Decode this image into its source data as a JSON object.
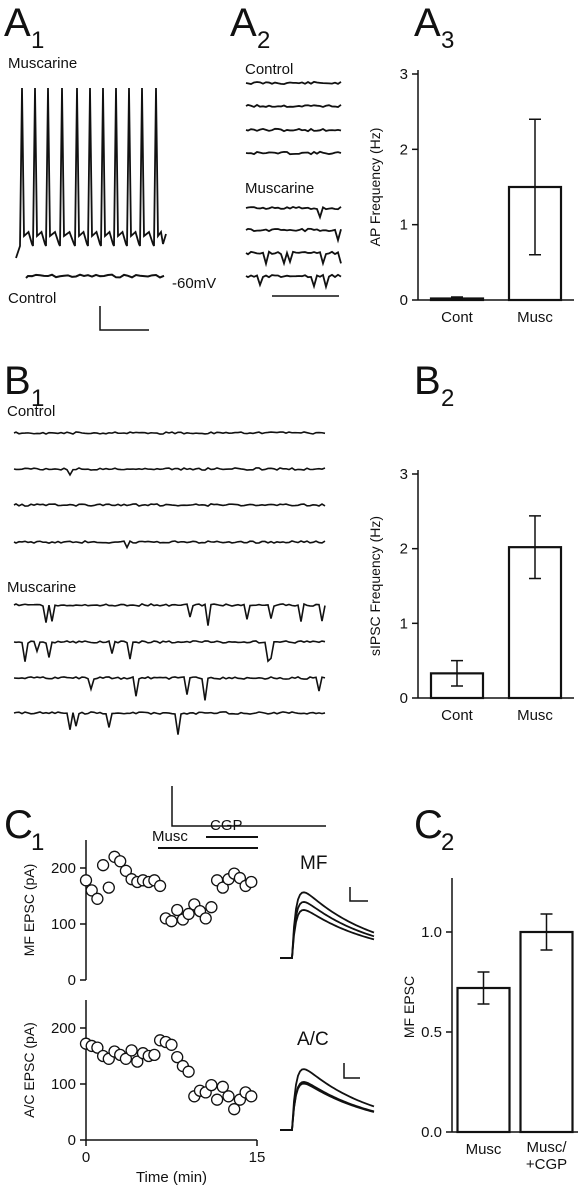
{
  "panels": {
    "A1": {
      "letter": "A",
      "sub": "1",
      "label_top": "Muscarine",
      "label_bottom": "Control",
      "voltage_label": "-60mV"
    },
    "A2": {
      "letter": "A",
      "sub": "2",
      "label_top": "Control",
      "label_bottom": "Muscarine"
    },
    "A3": {
      "letter": "A",
      "sub": "3"
    },
    "B1": {
      "letter": "B",
      "sub": "1",
      "label_top": "Control",
      "label_bottom": "Muscarine"
    },
    "B2": {
      "letter": "B",
      "sub": "2"
    },
    "C1": {
      "letter": "C",
      "sub": "1",
      "drug1": "Musc",
      "drug2": "CGP",
      "trace_mf": "MF",
      "trace_ac": "A/C"
    },
    "C2": {
      "letter": "C",
      "sub": "2"
    }
  },
  "chart_data": [
    {
      "id": "A3",
      "type": "bar",
      "categories": [
        "Cont",
        "Musc"
      ],
      "values": [
        0.02,
        1.5
      ],
      "errors": [
        0.02,
        0.9
      ],
      "ylabel": "AP Frequency (Hz)",
      "ylim": [
        0,
        3
      ],
      "yticks": [
        "0",
        "1",
        "2",
        "3"
      ]
    },
    {
      "id": "B2",
      "type": "bar",
      "categories": [
        "Cont",
        "Musc"
      ],
      "values": [
        0.33,
        2.02
      ],
      "errors": [
        0.17,
        0.42
      ],
      "ylabel": "sIPSC Frequency (Hz)",
      "ylim": [
        0,
        3
      ],
      "yticks": [
        "0",
        "1",
        "2",
        "3"
      ]
    },
    {
      "id": "C1-top",
      "type": "scatter",
      "ylabel": "MF EPSC (pA)",
      "xlim": [
        0,
        15
      ],
      "ylim": [
        0,
        250
      ],
      "yticks": [
        "0",
        "100",
        "200"
      ],
      "x": [
        0,
        0.5,
        1,
        1.5,
        2,
        2.5,
        3,
        3.5,
        4,
        4.5,
        5,
        5.5,
        6,
        6.5,
        7,
        7.5,
        8,
        8.5,
        9,
        9.5,
        10,
        10.5,
        11,
        11.5,
        12,
        12.5,
        13,
        13.5,
        14,
        14.5
      ],
      "y": [
        178,
        160,
        145,
        205,
        165,
        220,
        212,
        195,
        180,
        175,
        178,
        175,
        178,
        168,
        110,
        105,
        125,
        108,
        118,
        135,
        123,
        110,
        130,
        178,
        165,
        180,
        190,
        182,
        168,
        175
      ]
    },
    {
      "id": "C1-bottom",
      "type": "scatter",
      "ylabel": "A/C EPSC (pA)",
      "xlabel": "Time (min)",
      "xlim": [
        0,
        15
      ],
      "ylim": [
        0,
        250
      ],
      "yticks": [
        "0",
        "100",
        "200"
      ],
      "xticks": [
        "0",
        "15"
      ],
      "x": [
        0,
        0.5,
        1,
        1.5,
        2,
        2.5,
        3,
        3.5,
        4,
        4.5,
        5,
        5.5,
        6,
        6.5,
        7,
        7.5,
        8,
        8.5,
        9,
        9.5,
        10,
        10.5,
        11,
        11.5,
        12,
        12.5,
        13,
        13.5,
        14,
        14.5
      ],
      "y": [
        172,
        168,
        165,
        150,
        145,
        158,
        152,
        145,
        160,
        140,
        155,
        150,
        152,
        178,
        175,
        170,
        148,
        132,
        122,
        78,
        88,
        85,
        98,
        72,
        95,
        78,
        55,
        72,
        85,
        78
      ]
    },
    {
      "id": "C2",
      "type": "bar",
      "categories": [
        "Musc",
        "Musc/\n+CGP"
      ],
      "values": [
        0.72,
        1.0
      ],
      "errors": [
        0.08,
        0.09
      ],
      "ylabel": "MF EPSC",
      "ylim": [
        0,
        1.25
      ],
      "yticks": [
        "0.0",
        "0.5",
        "1.0"
      ]
    }
  ]
}
